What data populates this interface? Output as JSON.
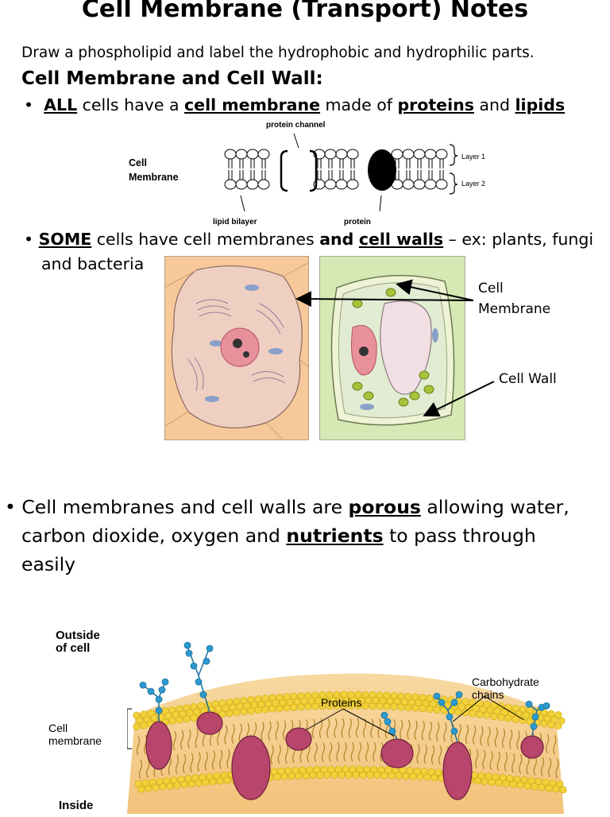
{
  "title": "Cell Membrane (Transport) Notes",
  "intro": "Draw a phospholipid and label the hydrophobic and hydrophilic parts.",
  "heading": "Cell Membrane and Cell Wall:",
  "bullet1": {
    "all": "ALL",
    "t1": " cells have a ",
    "cell_membrane": "cell membrane",
    "t2": " made of ",
    "proteins": "proteins",
    "t3": " and ",
    "lipids": "lipids"
  },
  "membrane_diagram": {
    "title": [
      "Cell",
      "Membrane"
    ],
    "protein_channel": "protein channel",
    "layer1": "Layer 1",
    "layer2": "Layer 2",
    "lipid_bilayer": "lipid bilayer",
    "protein": "protein"
  },
  "bullet2": {
    "some": "SOME",
    "t1": " cells have cell membranes ",
    "and": "and",
    "cell_walls": "cell walls",
    "t2": " – ex: plants, fungi",
    "t3": "and bacteria"
  },
  "cells_figure": {
    "cell_membrane": [
      "Cell",
      "Membrane"
    ],
    "cell_wall": "Cell Wall"
  },
  "bullet3": {
    "t1": "Cell membranes and cell walls are ",
    "porous": "porous",
    "t2": " allowing water,",
    "t3": "carbon dioxide, oxygen and ",
    "nutrients": "nutrients",
    "t4": " to pass through",
    "t5": "easily"
  },
  "membrane_3d": {
    "outside": [
      "Outside",
      "of cell"
    ],
    "cell_membrane": [
      "Cell",
      "membrane"
    ],
    "inside": "Inside",
    "proteins": "Proteins",
    "carbohydrate": [
      "Carbohydrate",
      "chains"
    ]
  },
  "colors": {
    "animal_bg": "#f7c89a",
    "plant_bg": "#d6e8b4",
    "nucleus": "#e9919b",
    "lipid_head": "#f2d23a",
    "protein": "#b8456b",
    "carb": "#2a9ad0"
  }
}
